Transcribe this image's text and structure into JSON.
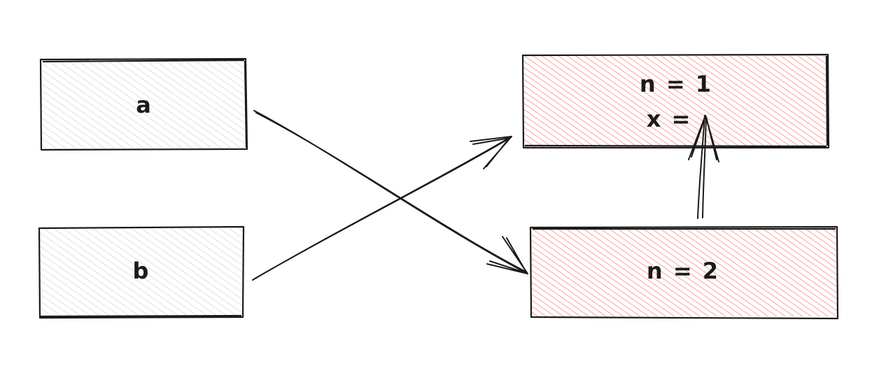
{
  "nodes": [
    {
      "id": "a",
      "label": "a",
      "fill": "#ced4da"
    },
    {
      "id": "b",
      "label": "b",
      "fill": "#ced4da"
    },
    {
      "id": "top-right",
      "lines": [
        "n = 1",
        "x = "
      ],
      "fill": "#ff8787"
    },
    {
      "id": "bottom-right",
      "label": "n = 2",
      "fill": "#ff8787"
    }
  ],
  "edges": [
    {
      "from": "a",
      "to": "bottom-right"
    },
    {
      "from": "b",
      "to": "top-right"
    },
    {
      "from": "bottom-right",
      "to": "top-right"
    }
  ],
  "colors": {
    "stroke": "#1b1b1b",
    "gray_hatch": "#ced4da",
    "red_hatch": "#ff8787"
  }
}
